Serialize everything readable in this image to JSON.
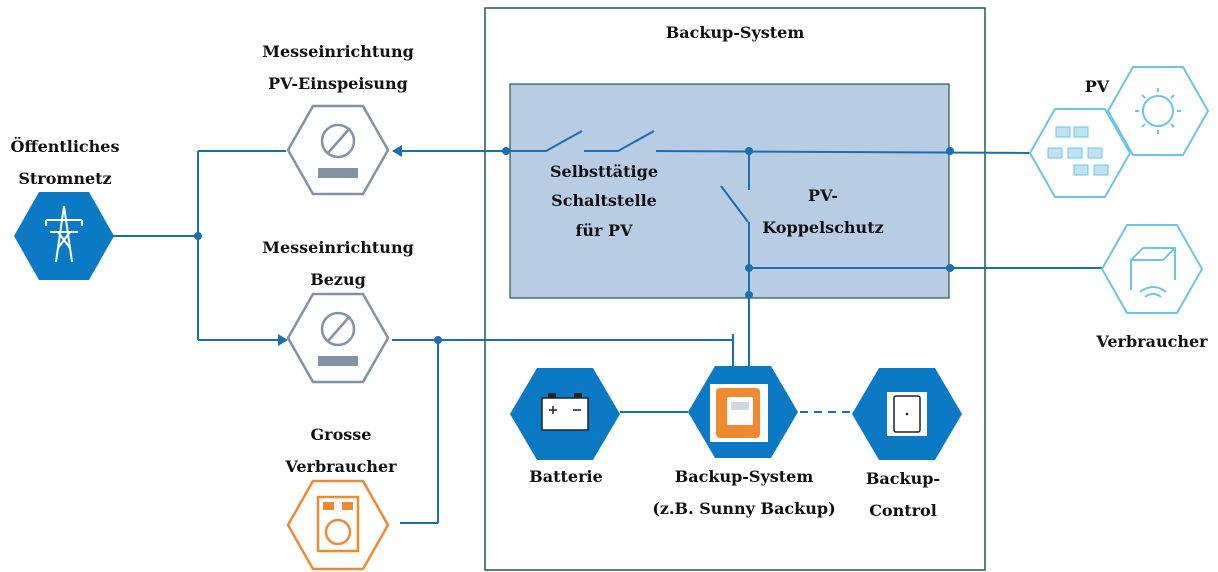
{
  "colors": {
    "wire": "#1a6fb0",
    "box_border": "#1f5a45",
    "inner_fill": "#b8cde4",
    "inner_border": "#1f5a45",
    "grid_hex": "#0b79c4",
    "meter_hex_stroke": "#8492a6",
    "pv_hex_stroke": "#6cc4e6",
    "large_consumer": "#f08a30",
    "inverter_orange": "#f08a30"
  },
  "labels": {
    "backup_system_title": "Backup-System",
    "grid_line1": "Öffentliches",
    "grid_line2": "Stromnetz",
    "meter_feed_line1": "Messeinrichtung",
    "meter_feed_line2": "PV-Einspeisung",
    "meter_draw_line1": "Messeinrichtung",
    "meter_draw_line2": "Bezug",
    "large_consumer_line1": "Grosse",
    "large_consumer_line2": "Verbraucher",
    "switch_line1": "Selbsttätige",
    "switch_line2": "Schaltstelle",
    "switch_line3": "für PV",
    "pv_protection_line1": "PV-",
    "pv_protection_line2": "Koppelschutz",
    "pv": "PV",
    "consumer": "Verbraucher",
    "battery": "Batterie",
    "backup_line1": "Backup-System",
    "backup_line2": "(z.B. Sunny Backup)",
    "control_line1": "Backup-",
    "control_line2": "Control"
  },
  "icons": {
    "grid": "power-pylon-icon",
    "meter_feed": "electricity-meter-icon",
    "meter_draw": "electricity-meter-icon",
    "large_consumer": "washing-machine-icon",
    "pv_panels": "solar-panels-icon",
    "sun": "sun-icon",
    "consumer": "house-wifi-icon",
    "battery": "battery-icon",
    "inverter": "sunny-backup-inverter-icon",
    "control": "tablet-icon"
  }
}
